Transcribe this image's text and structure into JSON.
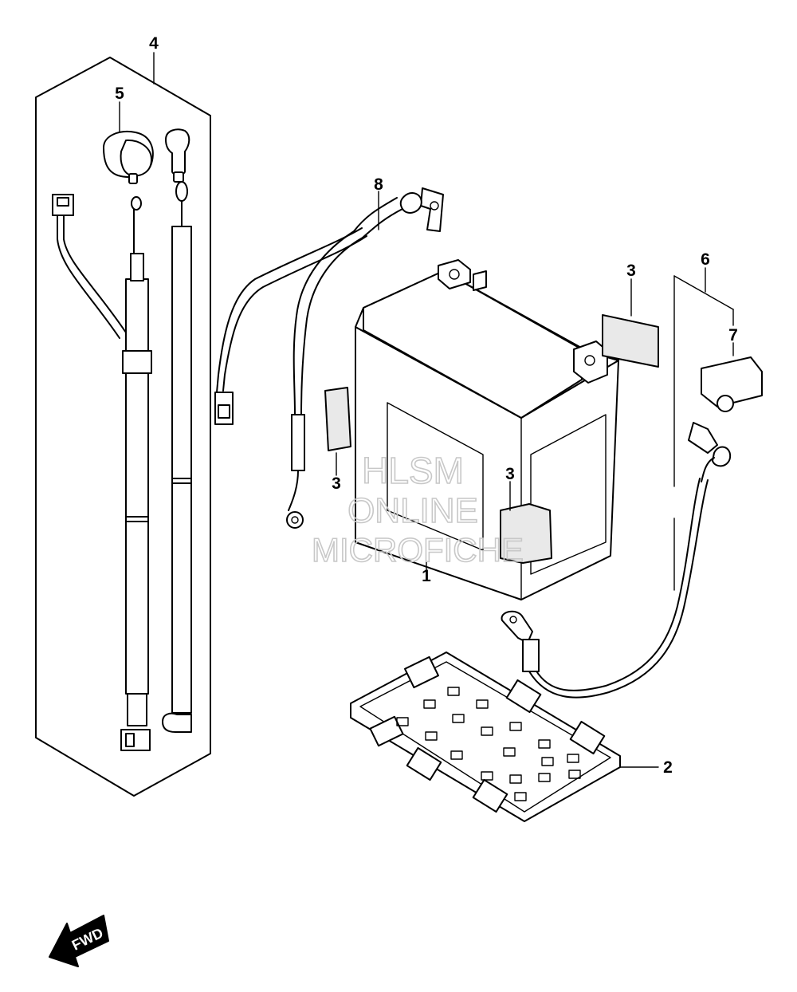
{
  "callouts": {
    "c1": "1",
    "c2": "2",
    "c3a": "3",
    "c3b": "3",
    "c3c": "3",
    "c4": "4",
    "c5": "5",
    "c6": "6",
    "c7": "7",
    "c8": "8"
  },
  "watermark": {
    "line1": "HLSM",
    "line2": "ONLINE",
    "line3": "MICROFICHE"
  },
  "fwd_label": "FWD",
  "colors": {
    "line": "#000000",
    "background": "#ffffff",
    "watermark": "#c8c8c8"
  }
}
